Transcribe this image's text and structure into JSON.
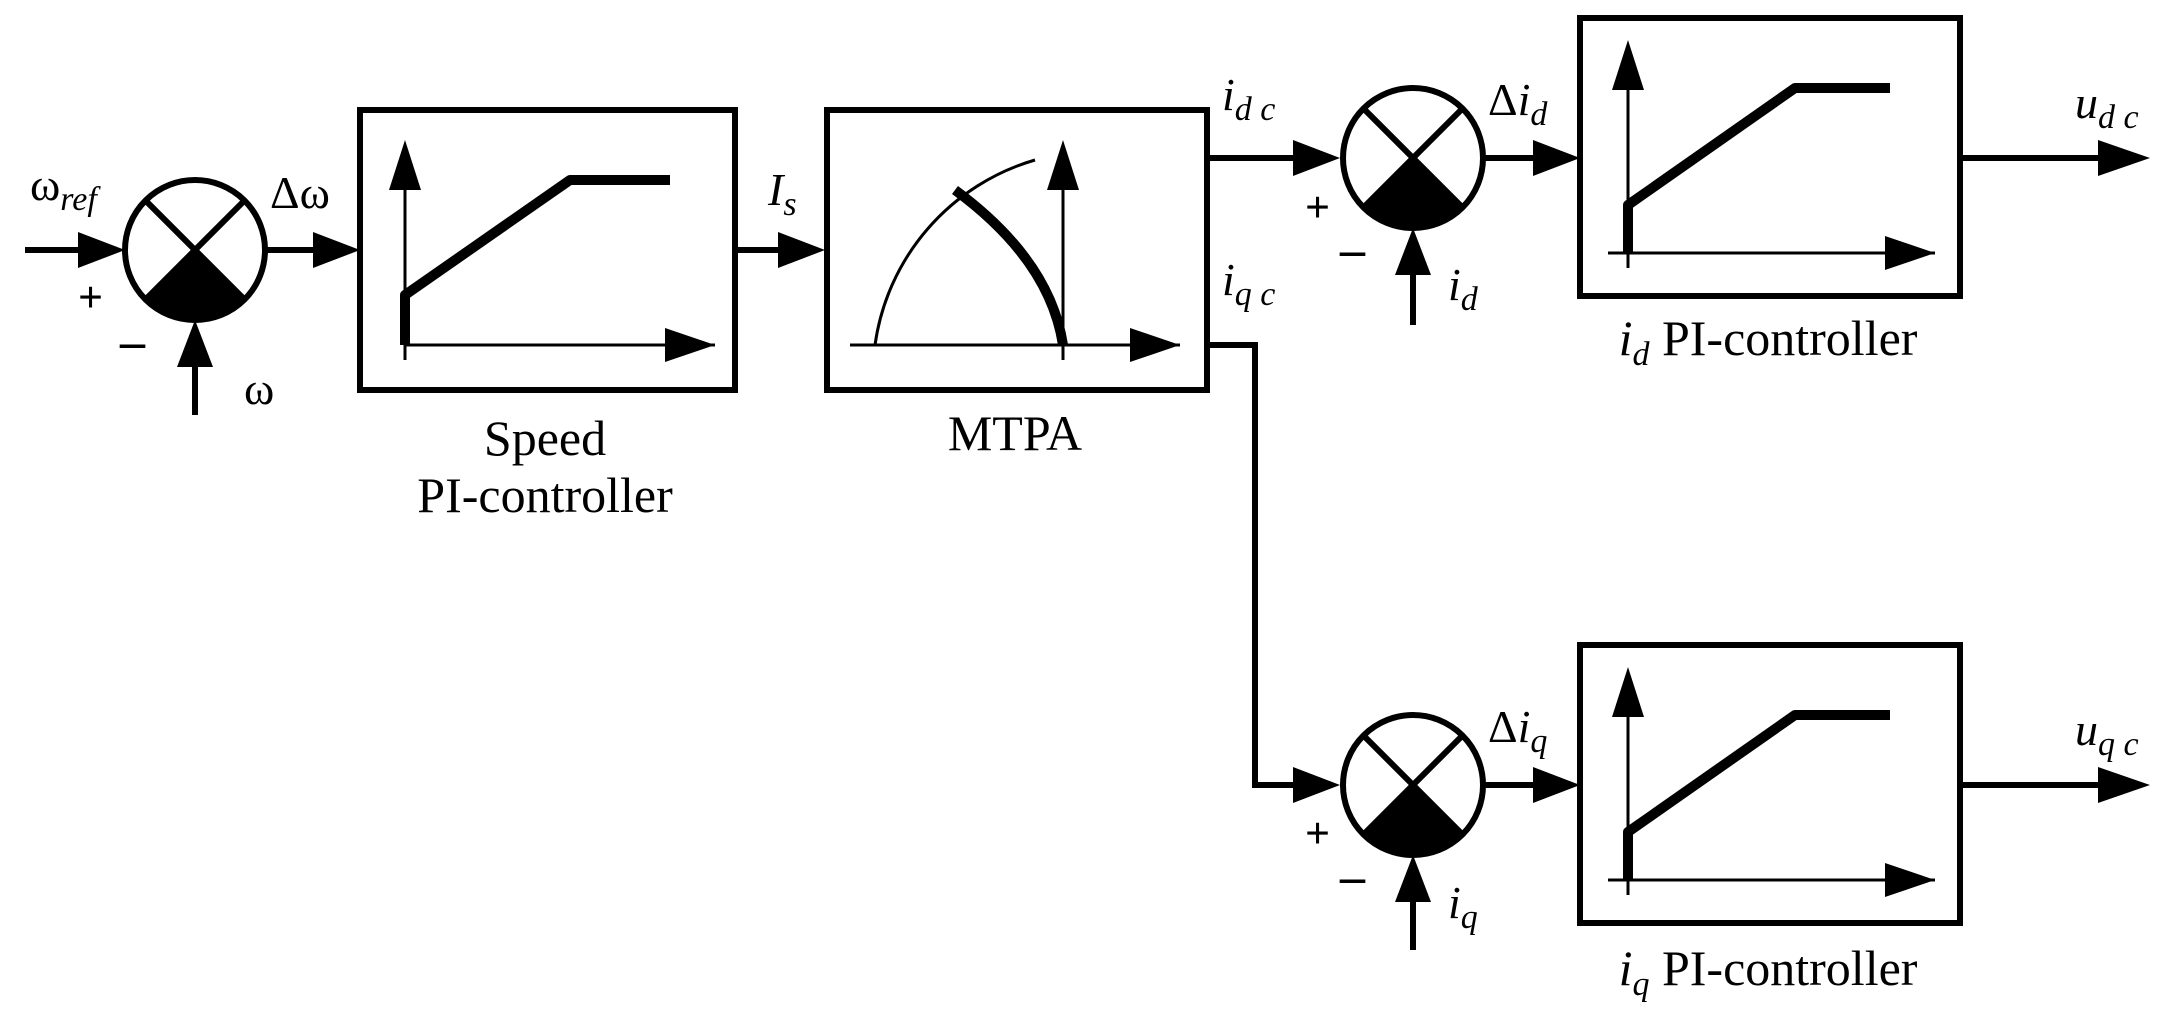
{
  "blocks": {
    "speed_pi": {
      "line1": "Speed",
      "line2": "PI-controller"
    },
    "mtpa": {
      "label": "MTPA"
    },
    "id_pi": {
      "var": "i",
      "sub": "d",
      "label": " PI-controller"
    },
    "iq_pi": {
      "var": "i",
      "sub": "q",
      "label": " PI-controller"
    }
  },
  "signals": {
    "w_ref": {
      "sym": "ω",
      "sub": "ref"
    },
    "dw": "Δω",
    "w": "ω",
    "is": {
      "sym": "I",
      "sub": "s"
    },
    "idc": {
      "sym": "i",
      "sub": "d c"
    },
    "iqc": {
      "sym": "i",
      "sub": "q c"
    },
    "did": {
      "delta": "Δ",
      "sym": "i",
      "sub": "d"
    },
    "diq": {
      "delta": "Δ",
      "sym": "i",
      "sub": "q"
    },
    "id": {
      "sym": "i",
      "sub": "d"
    },
    "iq": {
      "sym": "i",
      "sub": "q"
    },
    "udc": {
      "sym": "u",
      "sub": "d c"
    },
    "uqc": {
      "sym": "u",
      "sub": "q c"
    }
  },
  "signs": {
    "plus": "+",
    "minus": "–"
  }
}
